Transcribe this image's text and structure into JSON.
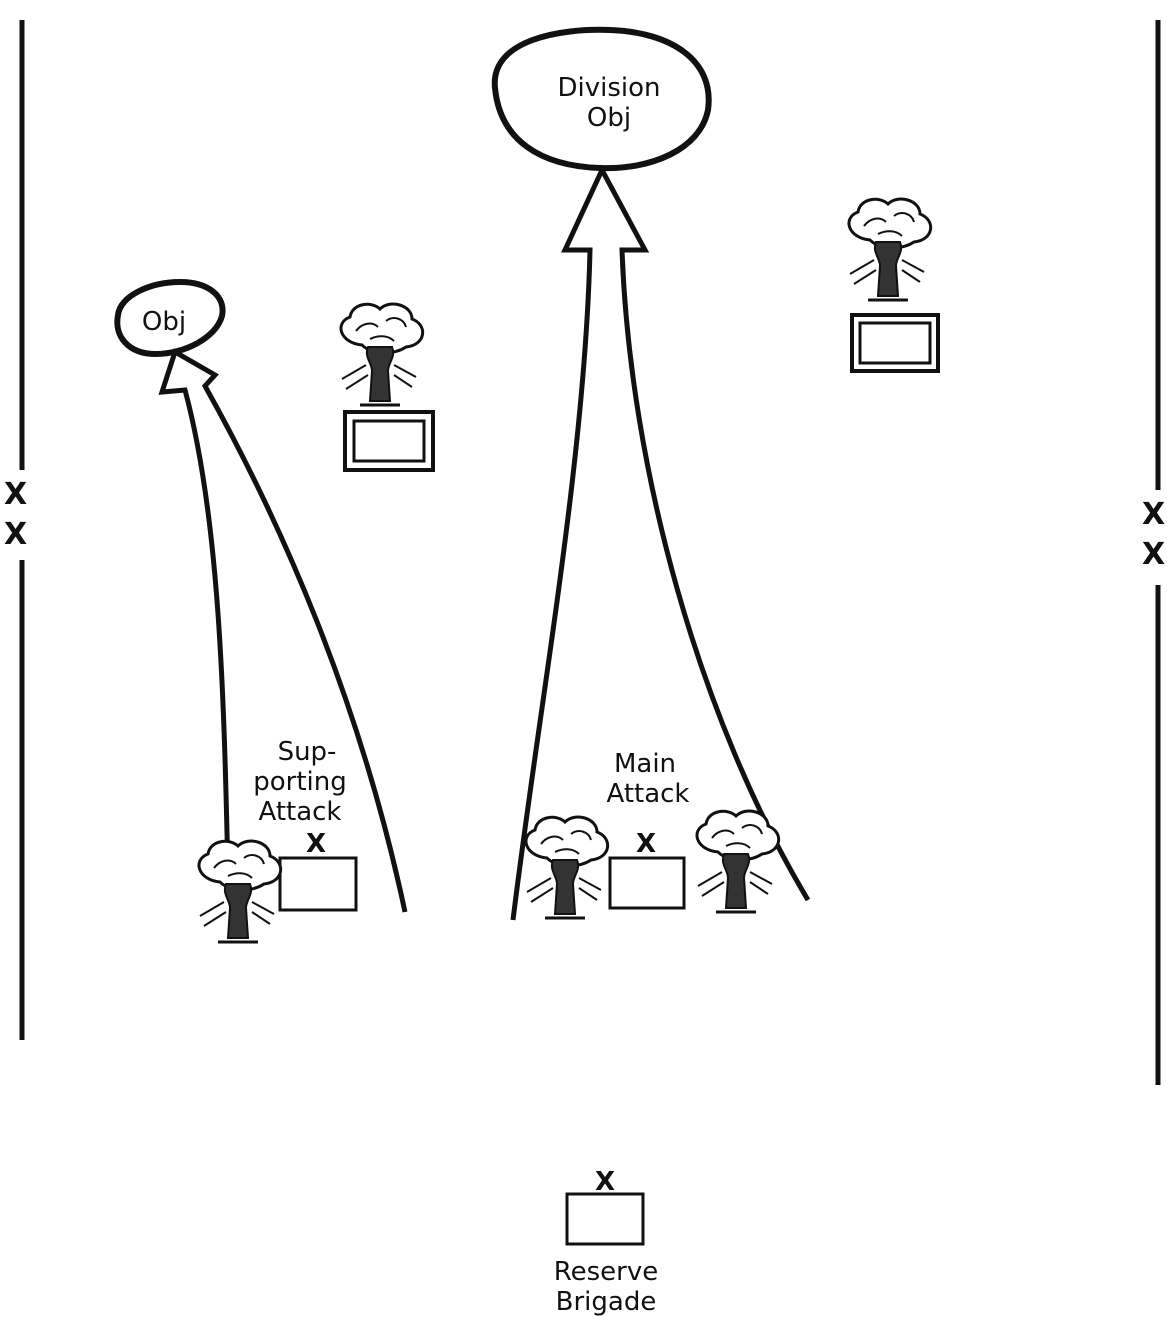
{
  "objectives": {
    "division": {
      "line1": "Division",
      "line2": "Obj"
    },
    "supporting": {
      "label": "Obj"
    }
  },
  "attacks": {
    "supporting": {
      "line1": "Sup-",
      "line2": "porting",
      "line3": "Attack",
      "echelon": "X"
    },
    "main": {
      "line1": "Main",
      "line2": "Attack",
      "echelon": "X"
    }
  },
  "reserve": {
    "echelon": "X",
    "line1": "Reserve",
    "line2": "Brigade"
  },
  "boundaries": {
    "left": {
      "top_mark": "X",
      "bottom_mark": "X"
    },
    "right": {
      "top_mark": "X",
      "bottom_mark": "X"
    }
  },
  "icons": {
    "nuclear_burst": "mushroom-cloud-icon",
    "enemy_position": "enemy-unit-icon",
    "friendly_unit": "brigade-unit-icon"
  }
}
